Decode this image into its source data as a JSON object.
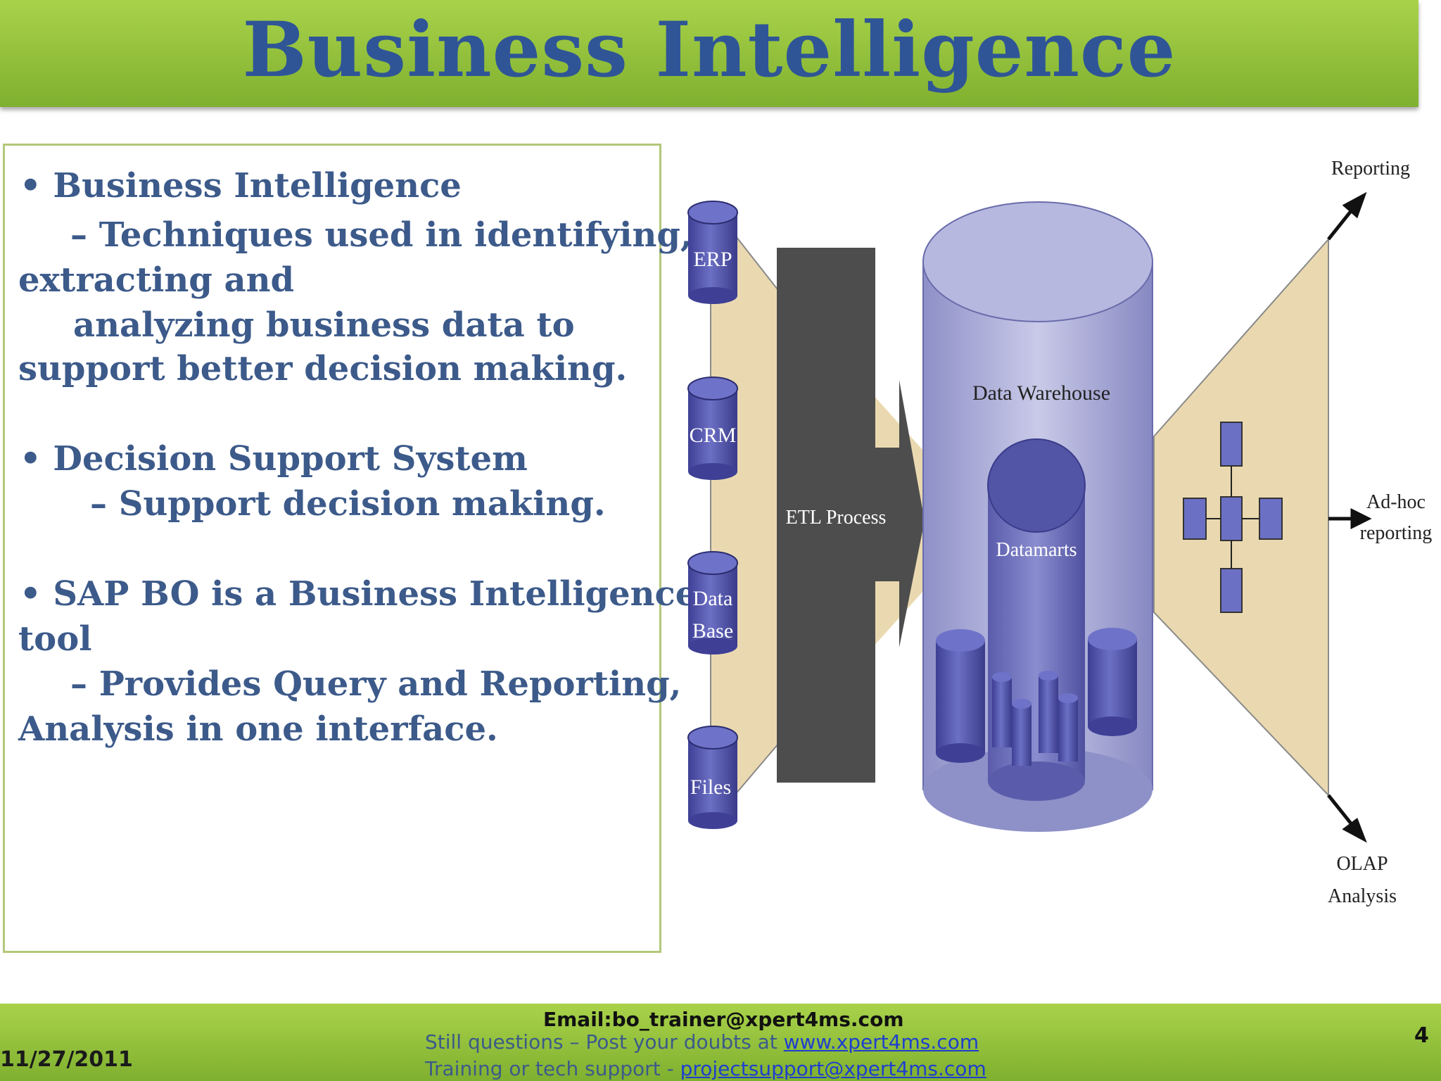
{
  "title": "Business Intelligence",
  "bullets": [
    {
      "heading": "• Business Intelligence",
      "lines": [
        "– Techniques used in identifying,",
        "extracting and",
        "analyzing business data to",
        "support better decision making."
      ]
    },
    {
      "heading": "• Decision Support System",
      "lines": [
        "– Support decision making."
      ]
    },
    {
      "heading": "• SAP BO is a Business Intelligence",
      "lines": [
        "tool",
        "– Provides Query and Reporting,",
        "Analysis in one interface."
      ]
    }
  ],
  "diagram": {
    "sources": [
      "ERP",
      "CRM",
      "Data",
      "Base",
      "Files"
    ],
    "etl": "ETL Process",
    "warehouse": "Data Warehouse",
    "datamarts": "Datamarts",
    "outputs": [
      "Reporting",
      "Ad-hoc",
      "reporting",
      "OLAP",
      "Analysis"
    ]
  },
  "footer": {
    "date": "11/27/2011",
    "email": "Email:bo_trainer@xpert4ms.com",
    "line2_prefix": "Still questions – Post your doubts at",
    "line2_link": "www.xpert4ms.com",
    "line3_prefix": "Training or tech support -",
    "line3_link": "projectsupport@xpert4ms.com",
    "page": "4"
  },
  "colors": {
    "title_bar": "#8bbd36",
    "title_text": "#2f5597",
    "body_text": "#3c5a8a",
    "cylinder": "#5a5fb0",
    "etl": "#4d4d4d",
    "funnel": "#ead9b0"
  }
}
